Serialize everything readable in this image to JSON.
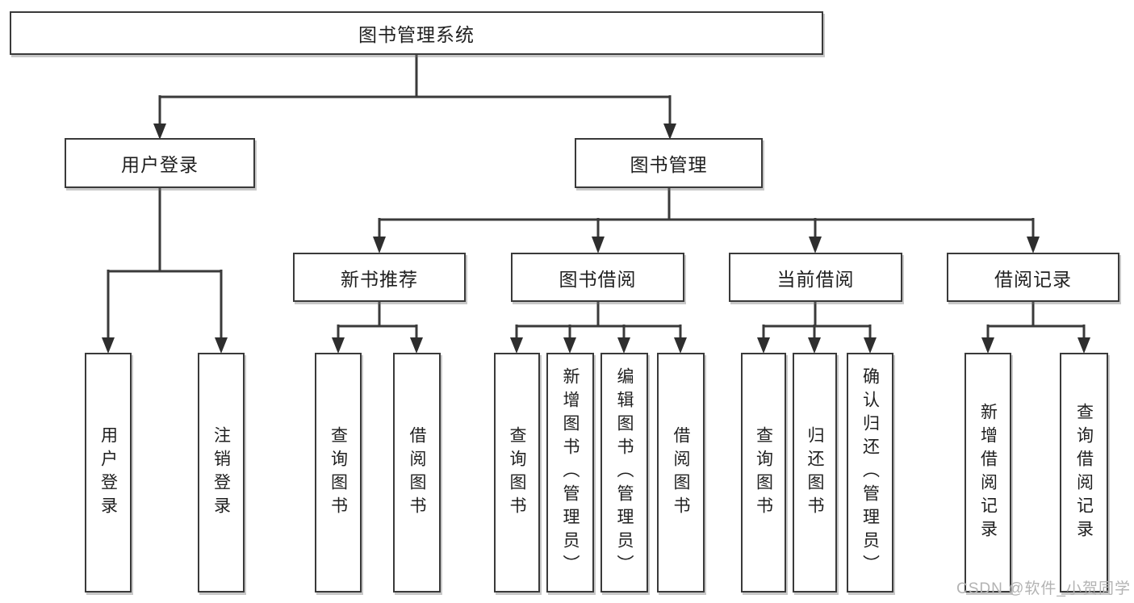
{
  "colors": {
    "line": "#3a3a3a",
    "box_border": "#3a3a3a",
    "text": "#1f1f1f",
    "watermark": "#b3b3b3",
    "background": "#ffffff"
  },
  "tree": {
    "label": "图书管理系统",
    "children": [
      {
        "label": "用户登录",
        "children": [
          {
            "label": "用户登录"
          },
          {
            "label": "注销登录"
          }
        ]
      },
      {
        "label": "图书管理",
        "children": [
          {
            "label": "新书推荐",
            "children": [
              {
                "label": "查询图书"
              },
              {
                "label": "借阅图书"
              }
            ]
          },
          {
            "label": "图书借阅",
            "children": [
              {
                "label": "查询图书"
              },
              {
                "label": "新增图书（管理员）"
              },
              {
                "label": "编辑图书（管理员）"
              },
              {
                "label": "借阅图书"
              }
            ]
          },
          {
            "label": "当前借阅",
            "children": [
              {
                "label": "查询图书"
              },
              {
                "label": "归还图书"
              },
              {
                "label": "确认归还（管理员）"
              }
            ]
          },
          {
            "label": "借阅记录",
            "children": [
              {
                "label": "新增借阅记录"
              },
              {
                "label": "查询借阅记录"
              }
            ]
          }
        ]
      }
    ]
  },
  "watermark": {
    "text": "CSDN @软件_小贺同学"
  }
}
